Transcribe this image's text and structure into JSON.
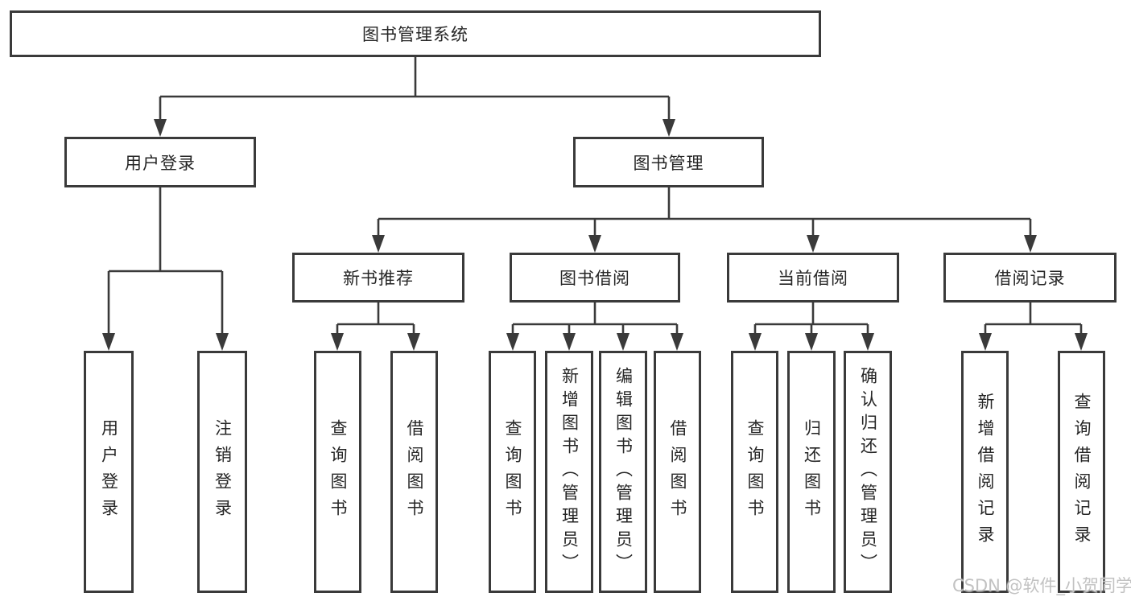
{
  "diagram": {
    "title_node": "图书管理系统",
    "level2": {
      "user_login": "用户登录",
      "book_management": "图书管理"
    },
    "level3": {
      "new_book_recommend": "新书推荐",
      "book_borrowing": "图书借阅",
      "current_borrowing": "当前借阅",
      "borrowing_records": "借阅记录"
    },
    "leaves": {
      "user_login": "用户登录",
      "logout": "注销登录",
      "query_books_recommend": "查询图书",
      "borrow_books_recommend": "借阅图书",
      "query_books_borrowing": "查询图书",
      "add_books_admin": "新增图书（管理员）",
      "edit_books_admin": "编辑图书（管理员）",
      "borrow_books_borrowing": "借阅图书",
      "query_books_current": "查询图书",
      "return_books": "归还图书",
      "confirm_return_admin": "确认归还（管理员）",
      "add_borrow_record": "新增借阅记录",
      "query_borrow_record": "查询借阅记录"
    }
  },
  "watermark": "CSDN @软件_小贺同学",
  "colors": {
    "line": "#3a3a3a",
    "box_border": "#3a3a3a",
    "text": "#262626",
    "watermark": "#c2c2c2",
    "background": "#ffffff"
  }
}
